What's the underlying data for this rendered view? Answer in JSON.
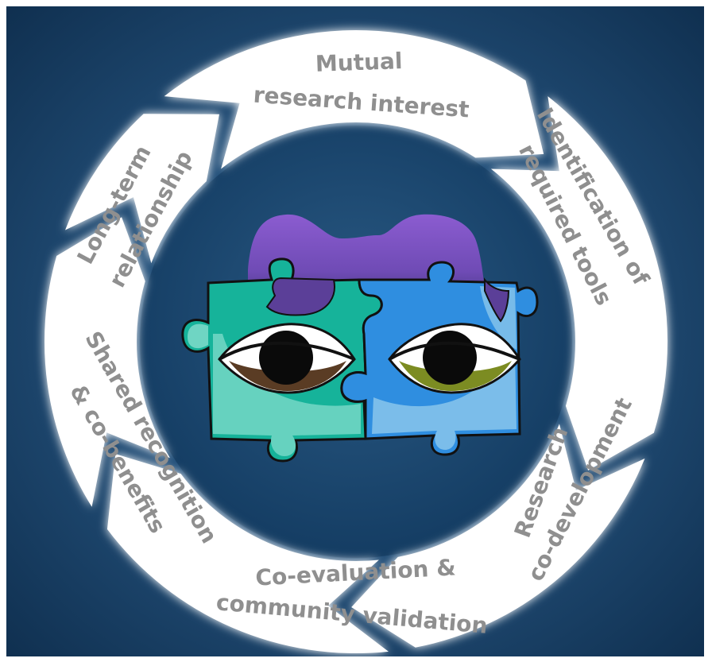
{
  "colors": {
    "background_outer": "#0f2f4f",
    "background_inner": "#2e5d85",
    "arrow_fill": "#ffffff",
    "label_text": "#8f8f8f",
    "puzzle_left": "#16b39a",
    "puzzle_left_light": "#6fd5c3",
    "puzzle_right": "#2f8ee0",
    "puzzle_right_light": "#7fc0ea",
    "cap_purple": "#7a52c2",
    "cap_purple_dark": "#4f3a8a",
    "iris_left": "#5a3c24",
    "iris_right": "#7c8c22"
  },
  "cycle": {
    "steps": [
      {
        "id": "mutual",
        "lines": [
          "Mutual",
          "research interest"
        ]
      },
      {
        "id": "identification",
        "lines": [
          "Identification of",
          "required tools"
        ]
      },
      {
        "id": "codevelopment",
        "lines": [
          "Research",
          "co-development"
        ]
      },
      {
        "id": "coevaluation",
        "lines": [
          "Co-evaluation &",
          "community validation"
        ]
      },
      {
        "id": "shared",
        "lines": [
          "Shared recognition",
          "& co-benefits"
        ]
      },
      {
        "id": "longterm",
        "lines": [
          "Long-term",
          "relationship"
        ]
      }
    ]
  },
  "center_graphic": {
    "icons": [
      "purple-cap-icon",
      "puzzle-piece-left-icon",
      "puzzle-piece-right-icon",
      "eye-left-icon",
      "eye-right-icon"
    ]
  }
}
